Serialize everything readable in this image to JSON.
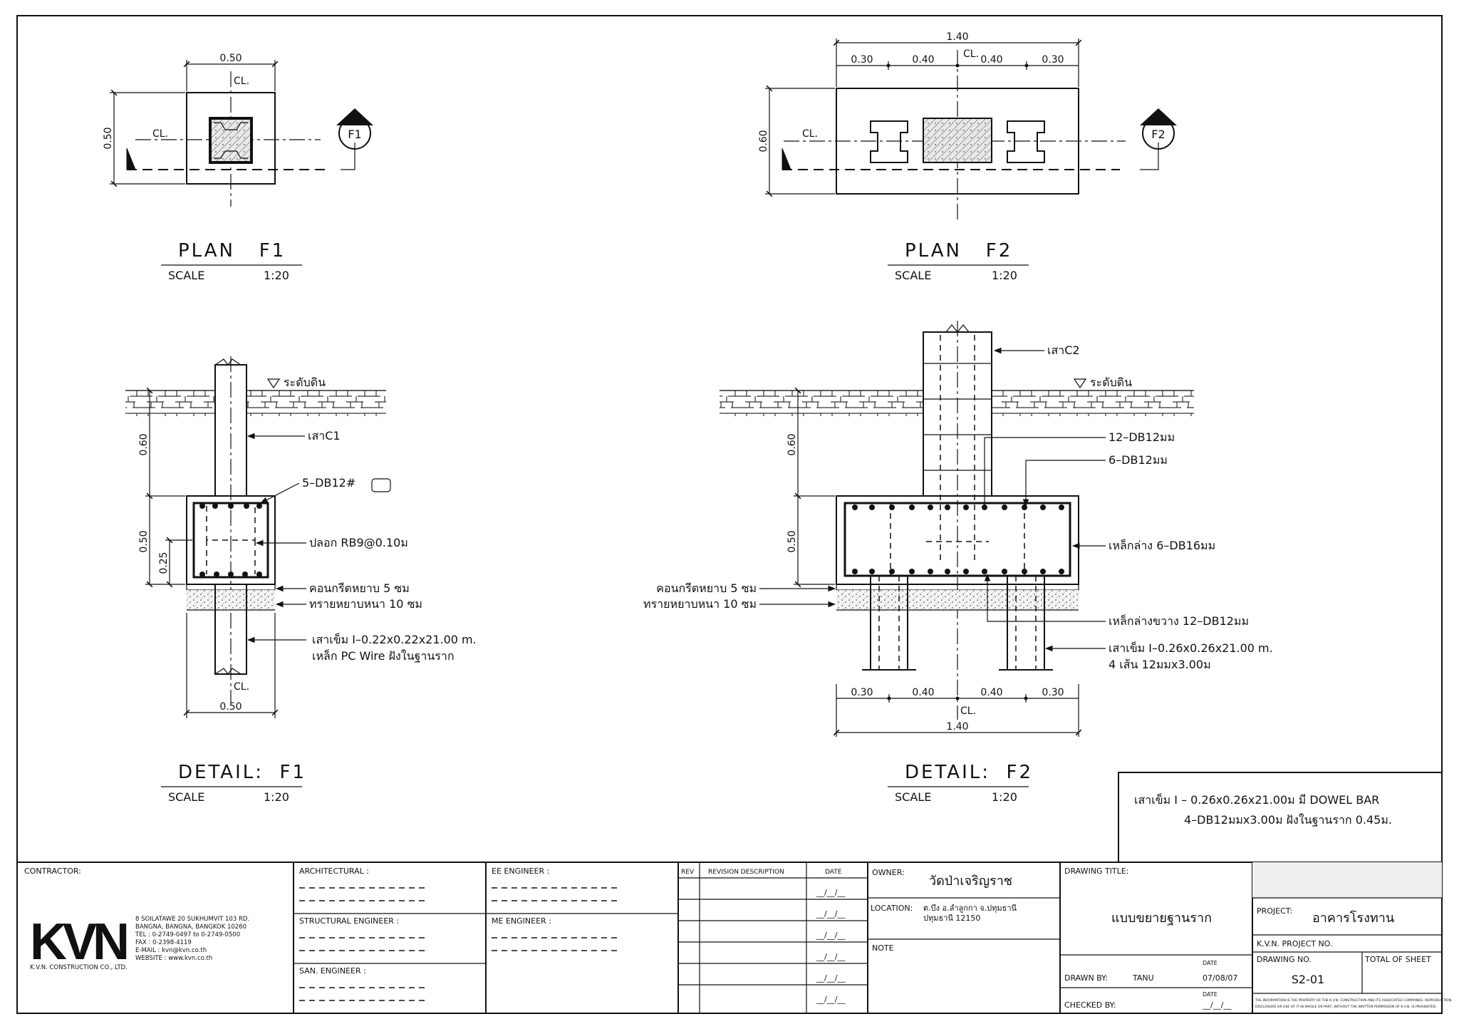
{
  "plan_f1": {
    "title": "PLAN   F1",
    "scale_label": "SCALE",
    "scale_value": "1:20",
    "dim_top": "0.50",
    "dim_left": "0.50",
    "cl_label_top": "CL.",
    "cl_label_left": "CL.",
    "section_tag": "F1"
  },
  "plan_f2": {
    "title": "PLAN   F2",
    "scale_label": "SCALE",
    "scale_value": "1:20",
    "dim_overall": "1.40",
    "dim_segments": [
      "0.30",
      "0.40",
      "0.40",
      "0.30"
    ],
    "dim_left": "0.60",
    "cl_label_top": "CL.",
    "cl_label_left": "CL.",
    "section_tag": "F2"
  },
  "detail_f1": {
    "title": "DETAIL:  F1",
    "scale_label": "SCALE",
    "scale_value": "1:20",
    "ground_level": "ระดับดิน",
    "dim_060": "0.60",
    "dim_050": "0.50",
    "dim_025": "0.25",
    "dim_bottom": "0.50",
    "cl_label": "CL.",
    "labels": {
      "column": "เสาC1",
      "top_bars": "5–DB12#",
      "stirrup": "ปลอก RB9@0.10ม",
      "lean_concrete": "คอนกรีตหยาบ 5 ซม",
      "sand": "ทรายหยาบหนา 10 ซม",
      "pile_1": "เสาเข็ม  I–0.22x0.22x21.00 m.",
      "pile_2": "เหล็ก PC Wire  ฝังในฐานราก"
    }
  },
  "detail_f2": {
    "title": "DETAIL:  F2",
    "scale_label": "SCALE",
    "scale_value": "1:20",
    "ground_level": "ระดับดิน",
    "dim_060": "0.60",
    "dim_050": "0.50",
    "dim_segments": [
      "0.30",
      "0.40",
      "0.40",
      "0.30"
    ],
    "dim_overall": "1.40",
    "cl_label": "CL.",
    "labels": {
      "column": "เสาC2",
      "col_bars": "12–DB12มม",
      "top_bars": "6–DB12มม",
      "bottom_bars": "เหล็กล่าง 6–DB16มม",
      "lean_concrete": "คอนกรีตหยาบ 5 ซม",
      "sand": "ทรายหยาบหนา 10 ซม",
      "cross_bars": "เหล็กล่างขวาง 12–DB12มม",
      "pile_1": "เสาเข็ม  I–0.26x0.26x21.00 m.",
      "pile_2": "4 เส้น 12มมx3.00ม"
    }
  },
  "note_box": {
    "line1": "เสาเข็ม   I – 0.26x0.26x21.00ม  มี DOWEL BAR",
    "line2": "4–DB12มมx3.00ม  ฝังในฐานราก 0.45ม."
  },
  "title_block": {
    "contractor_label": "CONTRACTOR:",
    "logo": "KVN",
    "address_lines": [
      "8 SOILATAWE 20 SUKHUMVIT 103 RD.",
      "BANGNA, BANGNA, BANGKOK 10260",
      "TEL  : 0-2749-0497 to 0-2749-0500",
      "FAX  : 0-2398-4119",
      "E-MAIL : kvn@kvn.co.th",
      "WEBSITE : www.kvn.co.th"
    ],
    "company": "K.V.N. CONSTRUCTION CO., LTD.",
    "architectural": "ARCHITECTURAL :",
    "structural_engineer": "STRUCTURAL ENGINEER :",
    "san_engineer": "SAN. ENGINEER :",
    "ee_engineer": "EE ENGINEER :",
    "me_engineer": "ME ENGINEER :",
    "rev": "REV",
    "revision_description": "REVISION DESCRIPTION",
    "date": "DATE",
    "date_blank": "__/__/__",
    "owner_label": "OWNER:",
    "owner_value": "วัดป่าเจริญราช",
    "location_label": "LOCATION:",
    "location_line1": "ต.บึง อ.ลำลูกกา จ.ปทุมธานี",
    "location_line2": "ปทุมธานี 12150",
    "note_label": "NOTE",
    "drawing_title_label": "DRAWING TITLE:",
    "drawing_title_value": "แบบขยายฐานราก",
    "drawn_by_label": "DRAWN BY:",
    "drawn_by_value": "TANU",
    "date_label": "DATE",
    "drawn_date": "07/08/07",
    "checked_by_label": "CHECKED BY:",
    "project_label": "PROJECT:",
    "project_value": "อาคารโรงทาน",
    "kvn_project_no": "K.V.N. PROJECT NO.",
    "drawing_no_label": "DRAWING NO.",
    "drawing_no_value": "S2-01",
    "total_sheet_label": "TOTAL OF SHEET",
    "fine_print_1": "THE INFORMATION IS THE PROPERTY OF THE K.V.N. CONSTRUCTION AND ITS ASSOCIATED COMPANIES. REPRODUCTION,",
    "fine_print_2": "DISCLOSURE OR USE OF IT IN WHOLE OR PART, WITHOUT THE WRITTEN PERMISSION OF K.V.N. IS PROHIBITED."
  }
}
